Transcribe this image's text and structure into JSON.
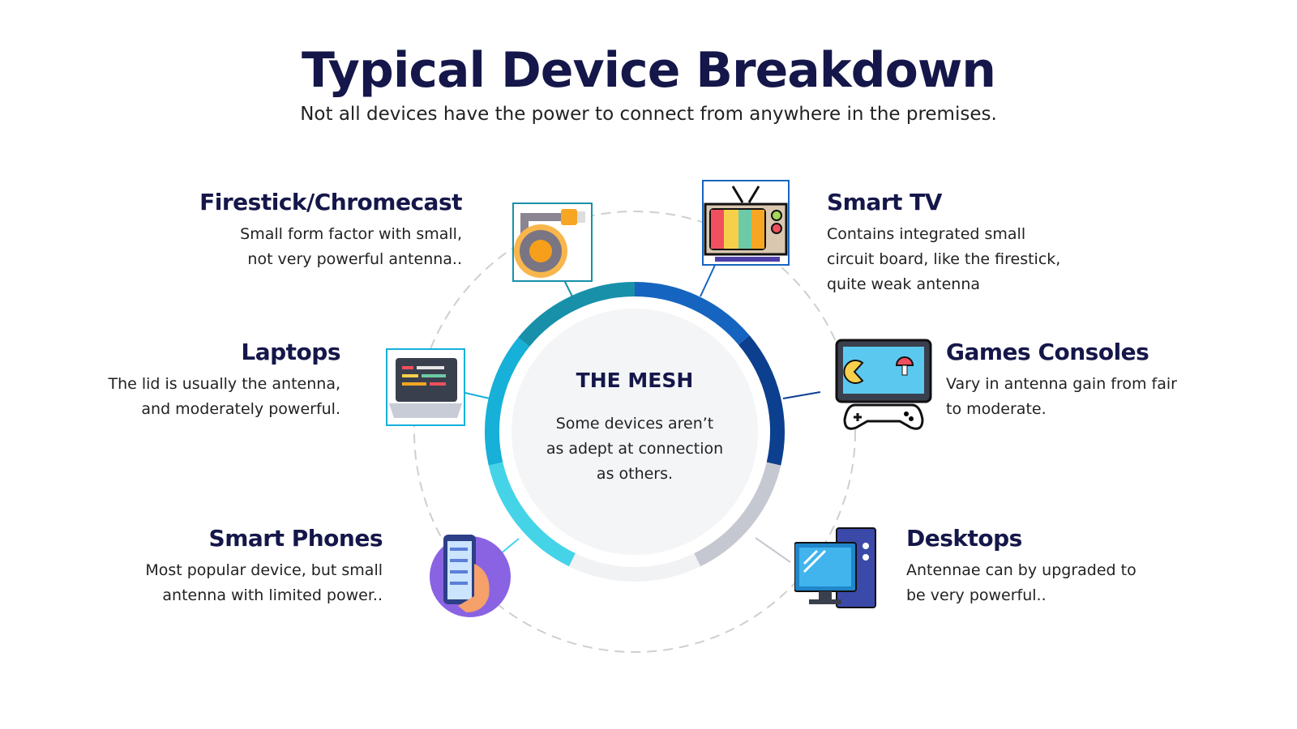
{
  "header": {
    "title": "Typical Device Breakdown",
    "subtitle": "Not all devices have the power to connect from anywhere in the premises."
  },
  "center": {
    "title": "THE MESH",
    "text": "Some devices aren’t as adept at connection as others."
  },
  "devices": [
    {
      "title": "Firestick/Chromecast",
      "text": "Small form factor with small, not very powerful antenna..",
      "icon": "chromecast-icon"
    },
    {
      "title": "Smart TV",
      "text": "Contains integrated small circuit board, like the firestick, quite weak antenna",
      "icon": "tv-icon"
    },
    {
      "title": "Laptops",
      "text": "The lid is usually the antenna, and moderately powerful.",
      "icon": "laptop-icon"
    },
    {
      "title": "Games Consoles",
      "text": "Vary in antenna gain from fair to moderate.",
      "icon": "game-console-icon"
    },
    {
      "title": "Smart Phones",
      "text": "Most popular device, but small antenna with limited power..",
      "icon": "smartphone-icon"
    },
    {
      "title": "Desktops",
      "text": "Antennae can by upgraded to be very powerful..",
      "icon": "desktop-icon"
    }
  ],
  "colors": {
    "navy": "#15174a",
    "blue": "#1565c0",
    "dark_blue": "#0d3f8f",
    "gray": "#c5c8d0",
    "light_gray": "#f1f2f4",
    "light_cyan": "#45d3e8",
    "cyan": "#16b0d8",
    "teal": "#1890aa"
  }
}
